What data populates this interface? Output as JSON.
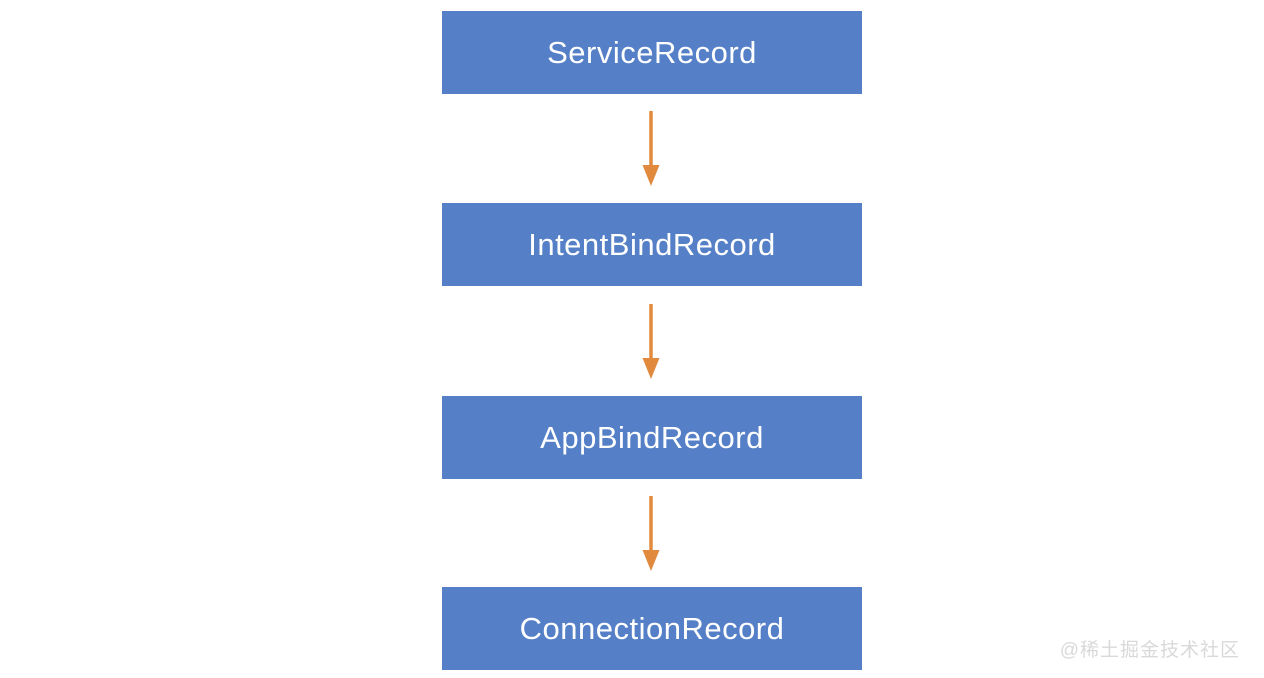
{
  "diagram": {
    "title": "",
    "nodes": [
      {
        "id": "service-record",
        "label": "ServiceRecord"
      },
      {
        "id": "intent-bind-record",
        "label": "IntentBindRecord"
      },
      {
        "id": "app-bind-record",
        "label": "AppBindRecord"
      },
      {
        "id": "connection-record",
        "label": "ConnectionRecord"
      }
    ],
    "edges": [
      {
        "from": "ServiceRecord",
        "to": "IntentBindRecord",
        "type": "arrow-down"
      },
      {
        "from": "IntentBindRecord",
        "to": "AppBindRecord",
        "type": "arrow-down"
      },
      {
        "from": "AppBindRecord",
        "to": "ConnectionRecord",
        "type": "arrow-down"
      }
    ],
    "colors": {
      "node_fill": "#5580C8",
      "node_text": "#FFFFFF",
      "arrow": "#E18A3E",
      "background": "#FFFFFF",
      "watermark": "#D9D9D9"
    }
  },
  "watermark": {
    "label": "@稀土掘金技术社区"
  }
}
